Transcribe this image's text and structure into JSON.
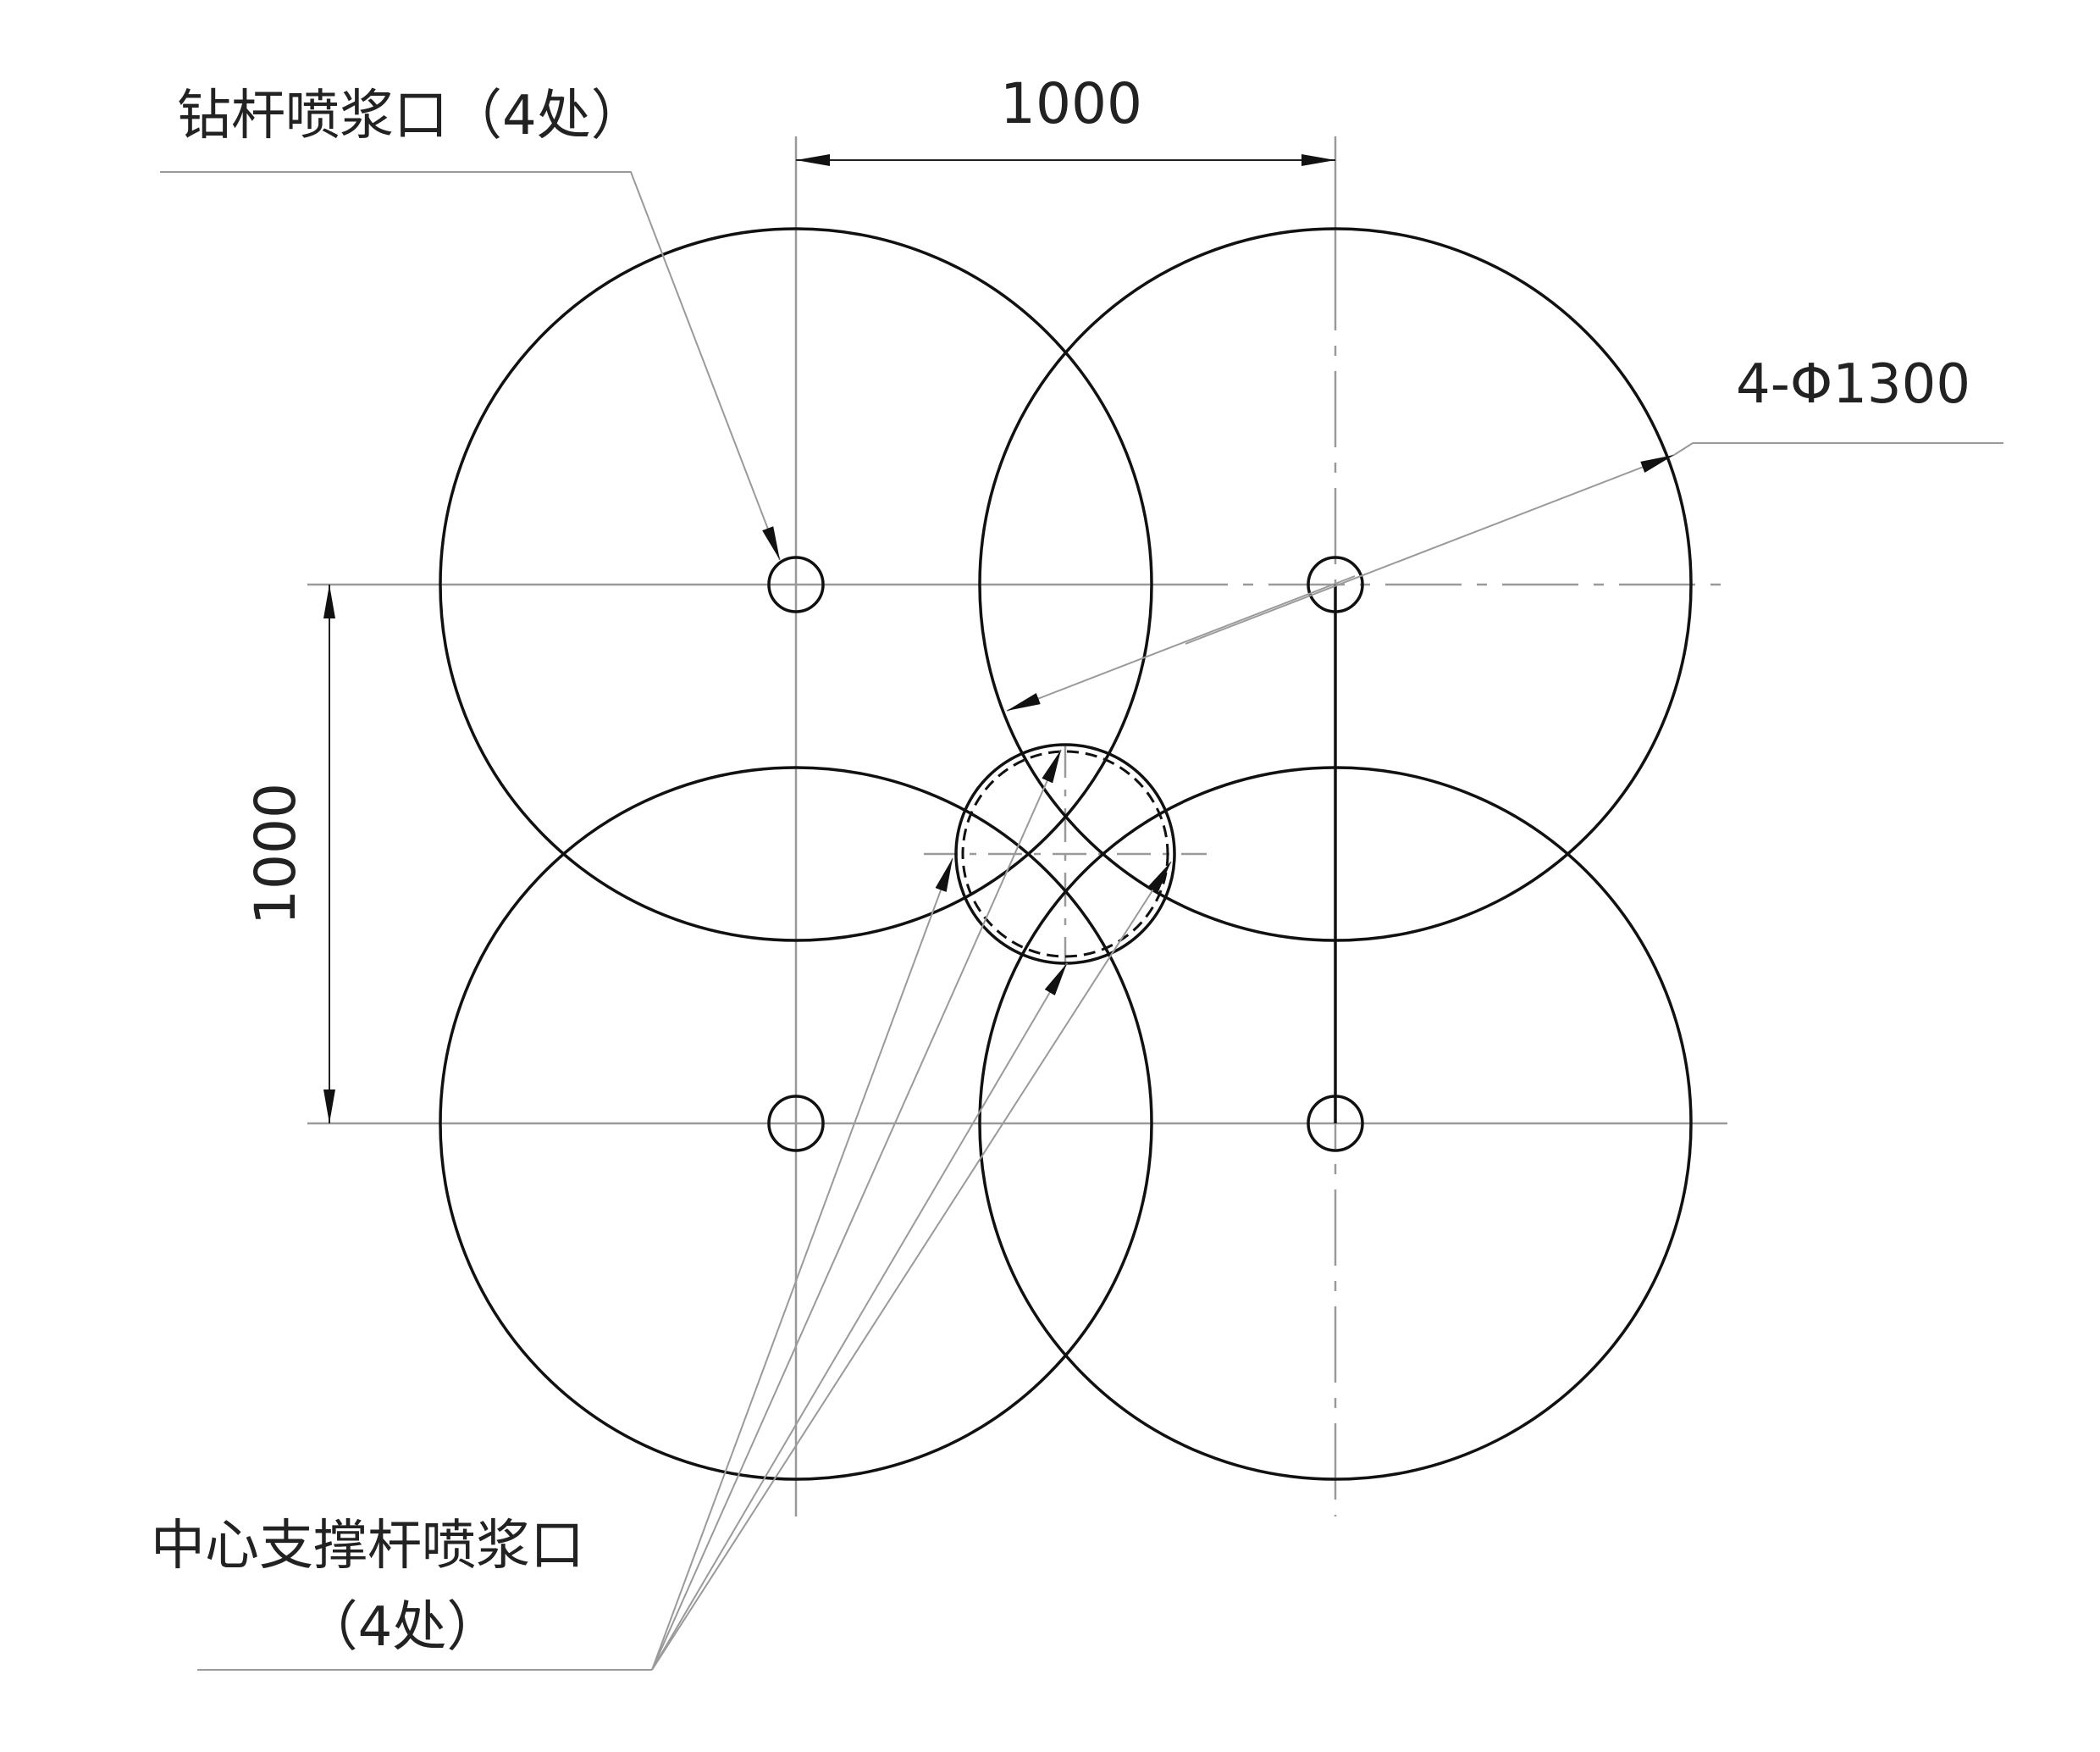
{
  "labels": {
    "drill_rod_outlet": "钻杆喷浆口（4处）",
    "top_dimension": "1000",
    "left_dimension": "1000",
    "diameter_note": "4-Φ1300",
    "center_rod_outlet_line1": "中心支撑杆喷浆口",
    "center_rod_outlet_line2": "（4处）"
  },
  "colors": {
    "line": "#111111",
    "center_line": "#9a9a9a"
  }
}
